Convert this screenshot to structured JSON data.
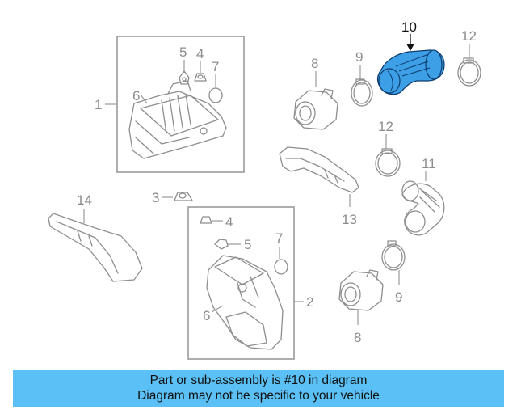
{
  "callouts": {
    "c1": "1",
    "c2": "2",
    "c3": "3",
    "c4a": "4",
    "c4b": "4",
    "c5a": "5",
    "c5b": "5",
    "c6a": "6",
    "c6b": "6",
    "c7a": "7",
    "c7b": "7",
    "c8a": "8",
    "c8b": "8",
    "c9a": "9",
    "c9b": "9",
    "c10": "10",
    "c11": "11",
    "c12a": "12",
    "c12b": "12",
    "c13": "13",
    "c14": "14"
  },
  "banner": {
    "line1": "Part or sub-assembly is #10 in diagram",
    "line2": "Diagram may not be specific to your vehicle"
  },
  "colors": {
    "highlight": "#3d9fe6",
    "banner": "#5bc0f5",
    "line": "#8e8e8e"
  }
}
